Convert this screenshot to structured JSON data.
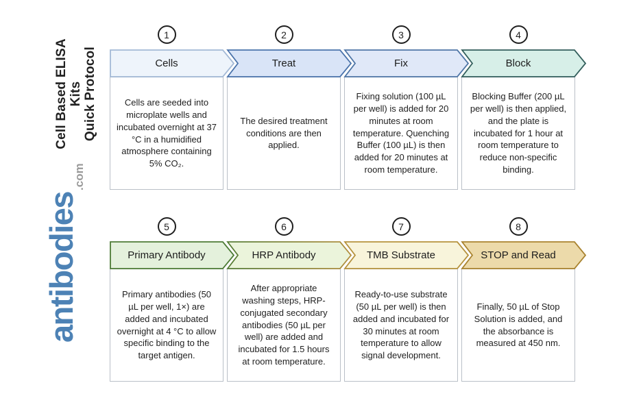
{
  "header": {
    "title_line1": "Cell Based ELISA Kits",
    "title_line2": "Quick Protocol"
  },
  "brand": {
    "name": "antibodies",
    "tld": ".com",
    "name_color": "#4d82b5",
    "tld_color": "#9b9b9b"
  },
  "steps": [
    {
      "number": "1",
      "label": "Cells",
      "description": "Cells are seeded into microplate wells and incubated overnight at 37 °C in a humidified atmosphere containing 5% CO₂.",
      "fill": "#eef4fb",
      "stroke": "#a3b9d6"
    },
    {
      "number": "2",
      "label": "Treat",
      "description": "The desired treatment conditions are then applied.",
      "fill": "#d9e4f7",
      "stroke": "#4a73ab"
    },
    {
      "number": "3",
      "label": "Fix",
      "description": "Fixing solution (100 µL per well) is added for 20 minutes at room temperature. Quenching Buffer (100 µL) is then added for 20 minutes at room temperature.",
      "fill": "#e0e8f8",
      "stroke": "#4f76a6"
    },
    {
      "number": "4",
      "label": "Block",
      "description": "Blocking Buffer (200 µL per well) is then applied, and the plate is incubated for 1 hour at room temperature to reduce non-specific binding.",
      "fill": "#d7efe8",
      "stroke": "#335f5c"
    },
    {
      "number": "5",
      "label": "Primary Antibody",
      "description": "Primary antibodies (50 µL per well, 1×) are added and incubated overnight at 4 °C to allow specific binding to the target antigen.",
      "fill": "#e4f1dc",
      "stroke": "#4d7b35"
    },
    {
      "number": "6",
      "label": "HRP Antibody",
      "description": "After appropriate washing steps, HRP-conjugated secondary antibodies (50 µL per well) are added and incubated for 1.5 hours at room temperature.",
      "fill": "#ebf4db",
      "stroke_start": "#567d36",
      "stroke_end": "#b3903f"
    },
    {
      "number": "7",
      "label": "TMB Substrate",
      "description": "Ready-to-use substrate (50 µL per well) is then added and incubated for 30 minutes at room temperature to allow signal development.",
      "fill": "#f8f4db",
      "stroke": "#b6923d"
    },
    {
      "number": "8",
      "label": "STOP and Read",
      "description": "Finally, 50 µL of Stop Solution is added, and the absorbance is measured at 450 nm.",
      "fill": "#ecdaaa",
      "stroke": "#a9832f"
    }
  ]
}
